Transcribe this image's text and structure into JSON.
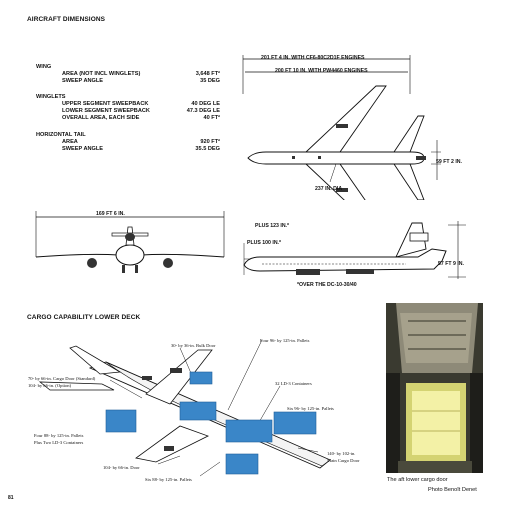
{
  "section1": {
    "title": "AIRCRAFT DIMENSIONS",
    "wing": {
      "heading": "WING",
      "rows": [
        {
          "label": "AREA (NOT INCL WINGLETS)",
          "value": "3,648 FT²"
        },
        {
          "label": "SWEEP ANGLE",
          "value": "35 DEG"
        }
      ]
    },
    "winglets": {
      "heading": "WINGLETS",
      "rows": [
        {
          "label": "UPPER SEGMENT SWEEPBACK",
          "value": "40 DEG LE"
        },
        {
          "label": "LOWER SEGMENT SWEEPBACK",
          "value": "47.3 DEG LE"
        },
        {
          "label": "OVERALL AREA, EACH SIDE",
          "value": "40 FT²"
        }
      ]
    },
    "htail": {
      "heading": "HORIZONTAL TAIL",
      "rows": [
        {
          "label": "AREA",
          "value": "920 FT²"
        },
        {
          "label": "SWEEP ANGLE",
          "value": "35.5 DEG"
        }
      ]
    },
    "dims": {
      "span_cf6": "201 FT 4 IN. WITH CF6-80C2D1F ENGINES",
      "span_pw": "200 FT 10 IN. WITH PW4460 ENGINES",
      "height_top": "59 FT 2 IN.",
      "diameter": "237 IN. DIA",
      "front_span": "169 FT 6 IN.",
      "plus123": "PLUS 123 IN.*",
      "plus100": "PLUS 100 IN.*",
      "height_side": "57 FT 9 IN.",
      "note": "*OVER THE DC-10-30/40"
    }
  },
  "section2": {
    "title": "CARGO CAPABILITY LOWER DECK",
    "labels": {
      "bulk_door": "30- by 36-in. Bulk Door",
      "four_96": "Four 96- by 125-in. Pallets",
      "cargo_door": "70- by 66-in. Cargo Door (Standard)",
      "cargo_door_opt": "104- by 66-in. (Option)",
      "ld3": "32 LD-3 Containers",
      "six_96": "Six 96- by 125-in. Pallets",
      "four_88": "Four 88- by 125-in. Pallets",
      "two_ld3": "Plus Two LD-3 Containers",
      "main_door_1": "140- by 102-in.",
      "main_door_2": "Main Cargo Door",
      "door_104": "104- by 66-in. Door",
      "six_88": "Six 88- by 125-in. Pallets"
    }
  },
  "photo": {
    "caption": "The aft lower cargo door",
    "credit": "Photo Benoît Denet"
  },
  "page_number": "81",
  "colors": {
    "container_blue": "#3a86c8",
    "container_dark": "#1f5f99",
    "photo_glow": "#e6e47a"
  }
}
